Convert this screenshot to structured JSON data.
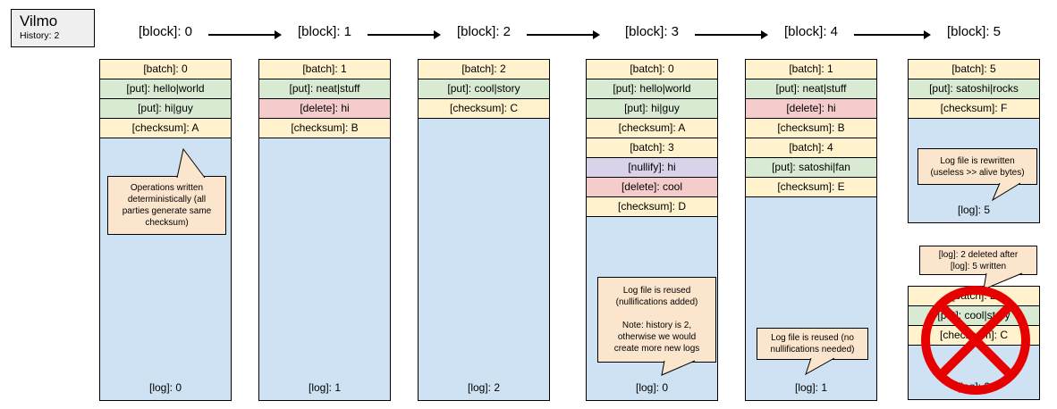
{
  "legend_box": {
    "title": "Vilmo",
    "subtitle": "History: 2"
  },
  "colors": {
    "batch": "#fff2cc",
    "checksum": "#fff2cc",
    "put": "#d9ead3",
    "delete": "#f4cccc",
    "nullify": "#d9d2e9",
    "log_background": "#cfe2f3",
    "callout_background": "#fce5cd",
    "legend_background": "#efefef",
    "prohibition_red": "#e60000"
  },
  "blocks": [
    {
      "label": "[block]: 0",
      "rows": [
        {
          "type": "batch",
          "text": "[batch]: 0"
        },
        {
          "type": "put",
          "text": "[put]: hello|world"
        },
        {
          "type": "put",
          "text": "[put]: hi|guy"
        },
        {
          "type": "checksum",
          "text": "[checksum]: A"
        }
      ],
      "log": "[log]: 0"
    },
    {
      "label": "[block]: 1",
      "rows": [
        {
          "type": "batch",
          "text": "[batch]: 1"
        },
        {
          "type": "put",
          "text": "[put]: neat|stuff"
        },
        {
          "type": "delete",
          "text": "[delete]: hi"
        },
        {
          "type": "checksum",
          "text": "[checksum]: B"
        }
      ],
      "log": "[log]: 1"
    },
    {
      "label": "[block]: 2",
      "rows": [
        {
          "type": "batch",
          "text": "[batch]: 2"
        },
        {
          "type": "put",
          "text": "[put]: cool|story"
        },
        {
          "type": "checksum",
          "text": "[checksum]: C"
        }
      ],
      "log": "[log]: 2"
    },
    {
      "label": "[block]: 3",
      "rows": [
        {
          "type": "batch",
          "text": "[batch]: 0"
        },
        {
          "type": "put",
          "text": "[put]: hello|world"
        },
        {
          "type": "put",
          "text": "[put]: hi|guy"
        },
        {
          "type": "checksum",
          "text": "[checksum]: A"
        },
        {
          "type": "batch",
          "text": "[batch]: 3"
        },
        {
          "type": "nullify",
          "text": "[nullify]: hi"
        },
        {
          "type": "delete",
          "text": "[delete]: cool"
        },
        {
          "type": "checksum",
          "text": "[checksum]: D"
        }
      ],
      "log": "[log]: 0"
    },
    {
      "label": "[block]: 4",
      "rows": [
        {
          "type": "batch",
          "text": "[batch]: 1"
        },
        {
          "type": "put",
          "text": "[put]: neat|stuff"
        },
        {
          "type": "delete",
          "text": "[delete]: hi"
        },
        {
          "type": "checksum",
          "text": "[checksum]: B"
        },
        {
          "type": "batch",
          "text": "[batch]: 4"
        },
        {
          "type": "put",
          "text": "[put]: satoshi|fan"
        },
        {
          "type": "checksum",
          "text": "[checksum]: E"
        }
      ],
      "log": "[log]: 1"
    },
    {
      "label": "[block]: 5",
      "rows": [
        {
          "type": "batch",
          "text": "[batch]: 5"
        },
        {
          "type": "put",
          "text": "[put]: satoshi|rocks"
        },
        {
          "type": "checksum",
          "text": "[checksum]: F"
        }
      ],
      "log": "[log]: 5"
    }
  ],
  "deleted_block": {
    "rows": [
      {
        "type": "batch",
        "text": "[batch]: 2"
      },
      {
        "type": "put",
        "text": "[put]: cool|story"
      },
      {
        "type": "checksum",
        "text": "[checksum]: C"
      }
    ],
    "log": "[log]: 2"
  },
  "callouts": {
    "deterministic": {
      "text": "Operations written\ndeterministically (all\nparties generate same\nchecksum)"
    },
    "reused_nullifications": {
      "text": "Log file is reused\n(nullifications added)\n\nNote: history is 2,\notherwise we would\ncreate more new logs"
    },
    "reused_no_nullifications": {
      "text": "Log file is reused (no\nnullifications needed)"
    },
    "rewritten": {
      "text": "Log file is rewritten\n(useless >> alive bytes)"
    },
    "deleted_after": {
      "text": "[log]: 2 deleted after\n[log]: 5 written"
    }
  }
}
